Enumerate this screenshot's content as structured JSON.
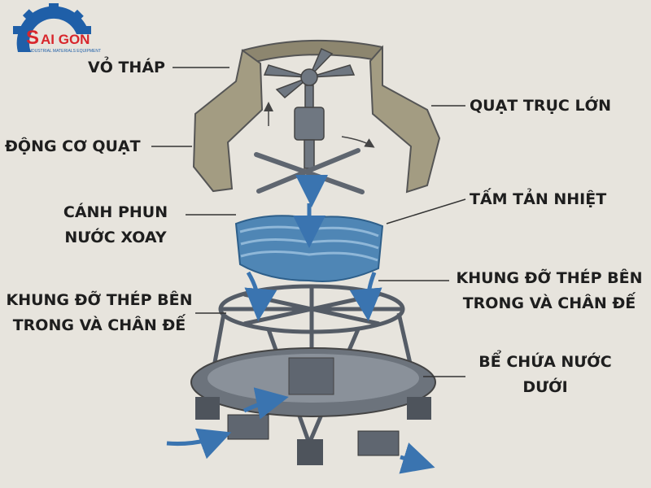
{
  "logo": {
    "brand": "SAI GON",
    "tagline": "INDUSTRIAL MATERIALS EQUIPMENT",
    "colors": {
      "gear": "#1f5fa8",
      "brand_text": "#d8262c"
    }
  },
  "labels": {
    "shell": "VỎ THÁP",
    "axial_fan": "QUẠT TRỤC LỚN",
    "fan_motor": "ĐỘNG CƠ QUẠT",
    "fill_sheet": "TẤM TẢN NHIỆT",
    "sprinkler": [
      "CÁNH PHUN",
      "NƯỚC XOAY"
    ],
    "frame_left": [
      "KHUNG ĐỠ THÉP BÊN",
      "TRONG VÀ CHÂN ĐẾ"
    ],
    "frame_right": [
      "KHUNG ĐỠ THÉP BÊN",
      "TRONG VÀ CHÂN ĐẾ"
    ],
    "basin": [
      "BỂ CHỨA NƯỚC",
      "DƯỚI"
    ]
  },
  "colors": {
    "background": "#e7e4dd",
    "arrow": "#3a74b0",
    "fill": "#4f86b5",
    "metal": "#5f6670",
    "shell": "#8d866f"
  }
}
